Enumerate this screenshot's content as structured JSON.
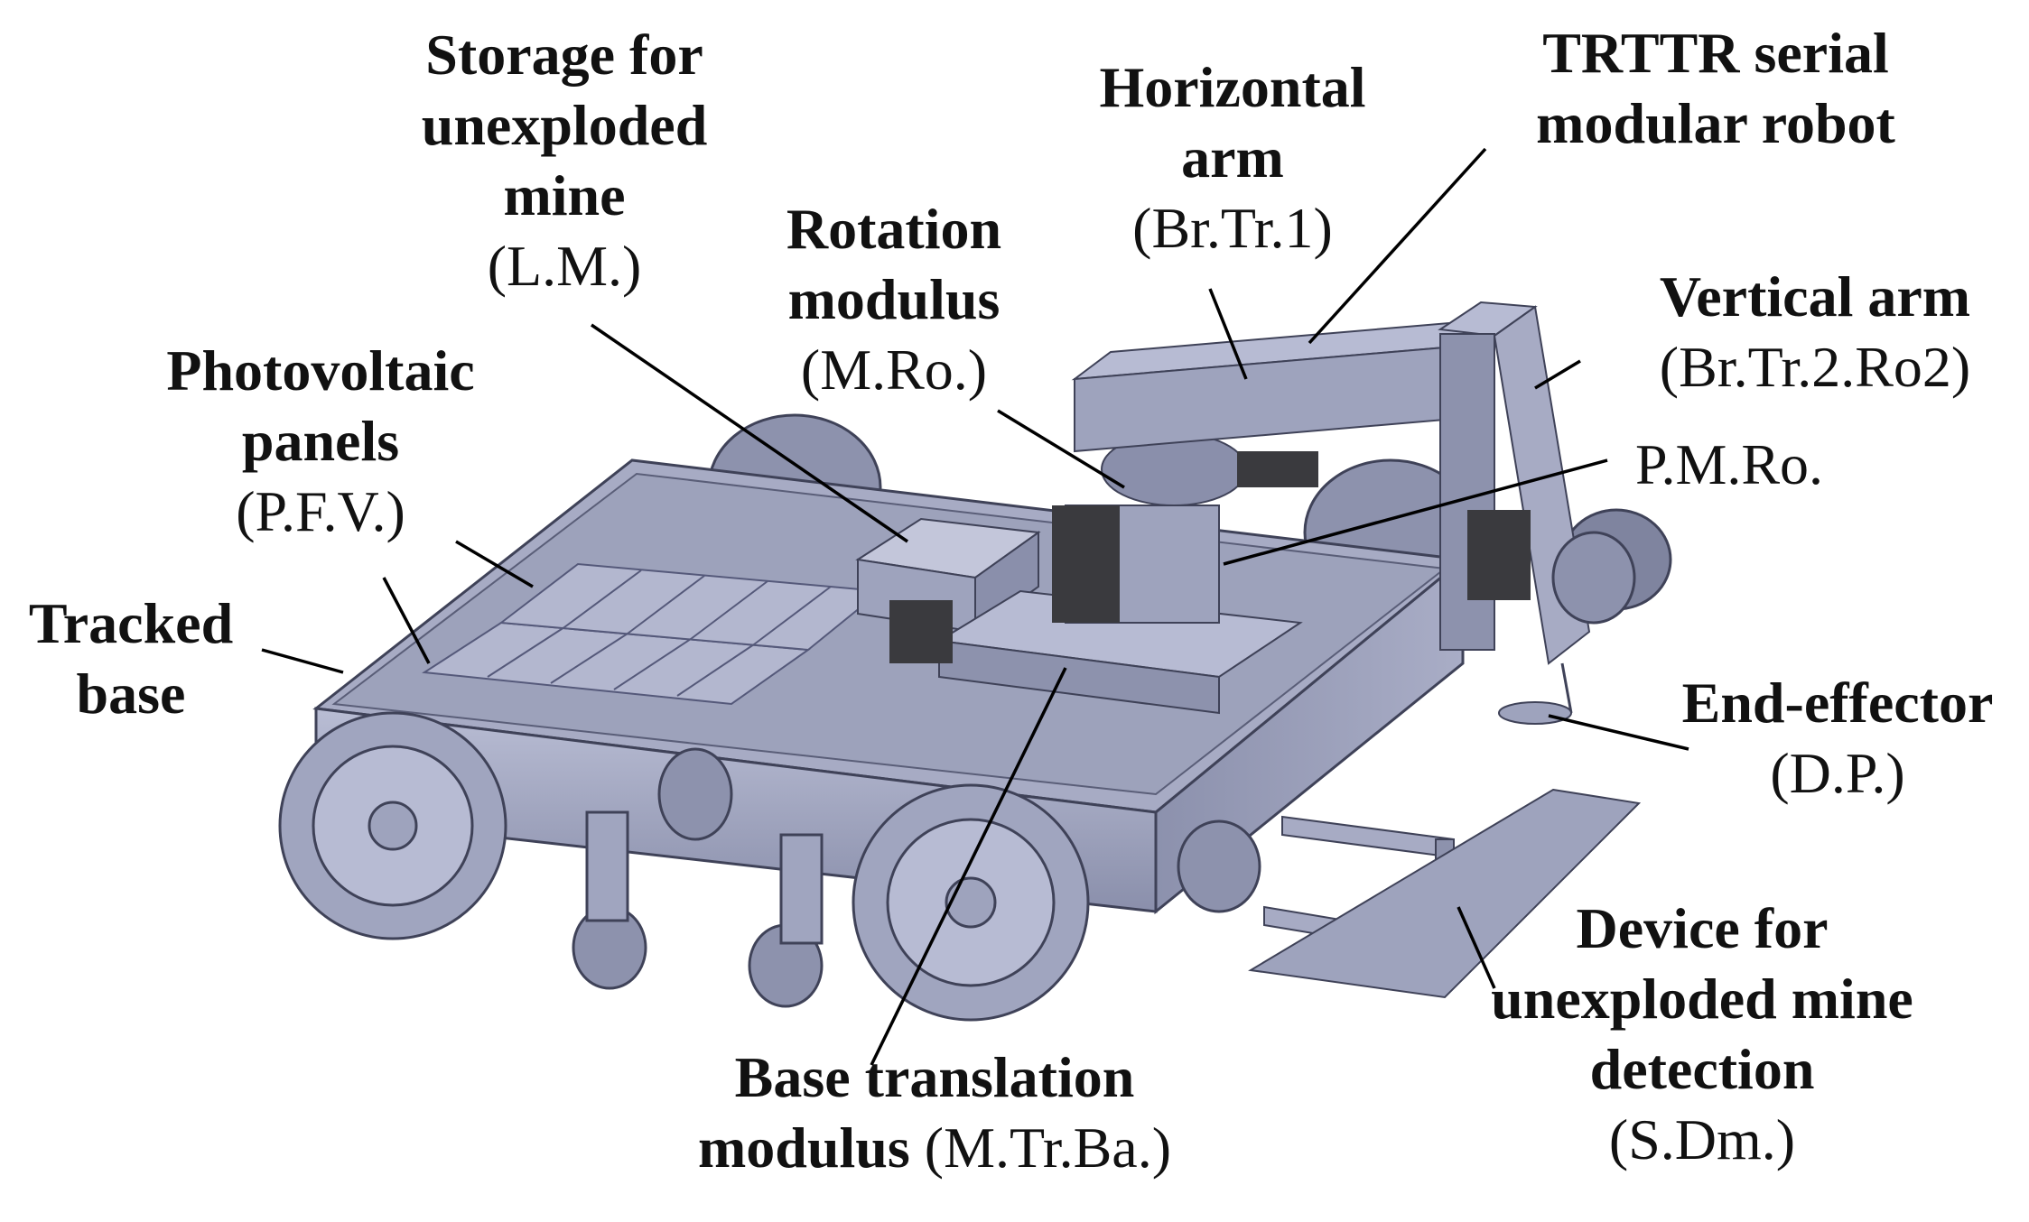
{
  "labels": {
    "storage": {
      "name_lines": [
        "Storage for",
        "unexploded",
        "mine"
      ],
      "abbr": "(L.M.)"
    },
    "horizontal_arm": {
      "name_lines": [
        "Horizontal",
        "arm"
      ],
      "abbr": "(Br.Tr.1)"
    },
    "trttr": {
      "name_lines": [
        "TRTTR serial",
        "modular robot"
      ]
    },
    "rotation": {
      "name_lines": [
        "Rotation",
        "modulus"
      ],
      "abbr": "(M.Ro.)"
    },
    "vertical_arm": {
      "name_lines": [
        "Vertical arm"
      ],
      "abbr": "(Br.Tr.2.Ro2)"
    },
    "pmro": {
      "abbr": "P.M.Ro."
    },
    "photovoltaic": {
      "name_lines": [
        "Photovoltaic",
        "panels"
      ],
      "abbr": "(P.F.V.)"
    },
    "tracked_base": {
      "name_lines": [
        "Tracked",
        "base"
      ]
    },
    "end_effector": {
      "name_lines": [
        "End-effector"
      ],
      "abbr": "(D.P.)"
    },
    "device": {
      "name_lines": [
        "Device for",
        "unexploded mine",
        "detection"
      ],
      "abbr": "(S.Dm.)"
    },
    "base_translation": {
      "name_lines": [
        "Base translation",
        "modulus"
      ],
      "abbr": "(M.Tr.Ba.)"
    }
  },
  "colors": {
    "body": "#9ea3bd",
    "body_light": "#b7bbd3",
    "body_dark": "#6d7290",
    "motor": "#3a3a3e",
    "line": "#000000"
  }
}
